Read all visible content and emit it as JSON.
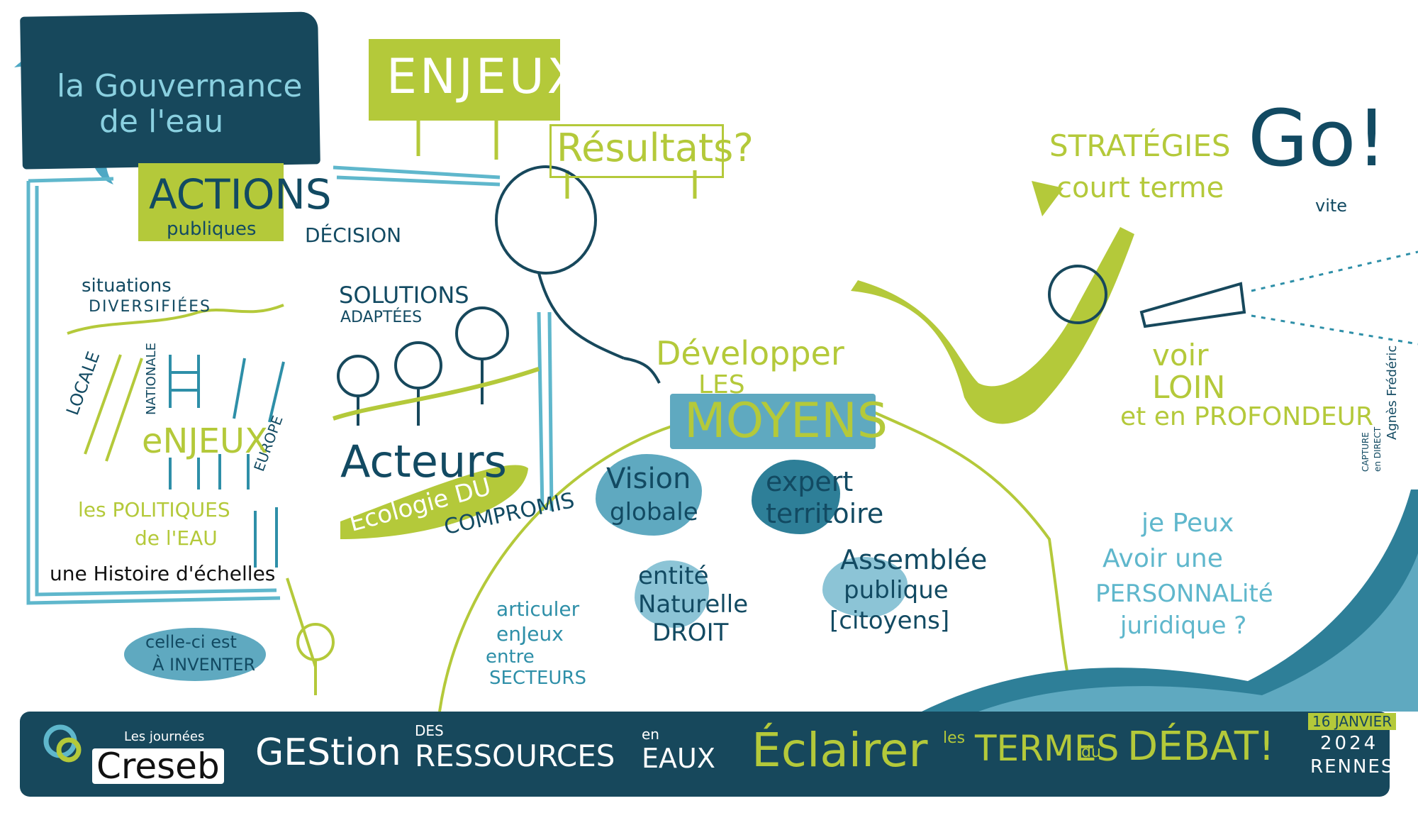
{
  "title": {
    "line1": "la Gouvernance",
    "line2": "de l'eau"
  },
  "labels": {
    "enjeux_sign": "ENJEUX",
    "resultats": "Résultats?",
    "actions": "ACTIONS",
    "publiques": "publiques",
    "decision": "DÉCISION",
    "situations": "situations",
    "diversifiees": "DIVERSIFIÉES",
    "solutions": "SOLUTIONS",
    "adaptees": "ADAPTÉES",
    "locale": "LOCALE",
    "nationale": "NATIONALE",
    "europe": "EUROPE",
    "enjeux_small": "eNJEUX",
    "politiques1": "les POLITIQUES",
    "politiques2": "de l'EAU",
    "histoire": "une Histoire d'échelles",
    "celle_ci": "celle-ci est",
    "a_inventer": "À INVENTER",
    "acteurs": "Acteurs",
    "ecologie": "Écologie DU",
    "compromis": "COMPROMIS",
    "developper": "Développer",
    "les": "LES",
    "moyens": "MOYENS",
    "vision1": "Vision",
    "vision2": "globale",
    "expert1": "expert",
    "expert2": "territoire",
    "entite1": "entité",
    "entite2": "Naturelle",
    "entite3": "DROIT",
    "assemblee1": "Assemblée",
    "assemblee2": "publique",
    "assemblee3": "[citoyens]",
    "articuler1": "articuler",
    "articuler2": "enJeux",
    "articuler3": "entre",
    "articuler4": "SECTEURS",
    "strategies": "STRATÉGIES",
    "court_terme": "court terme",
    "go": "Go!",
    "vite": "vite",
    "voir": "voir",
    "loin": "LOIN",
    "profondeur": "et en PROFONDEUR",
    "personnalite1": "je Peux",
    "personnalite2": "Avoir une",
    "personnalite3": "PERSONNALité",
    "personnalite4": "juridique ?",
    "capture1": "CAPTURE",
    "capture2": "en DIRECT",
    "capture3": "Agnès Frédéric"
  },
  "footer": {
    "les_journees": "Les journées",
    "creseb": "Creseb",
    "gestion": "GEStion",
    "des": "DES",
    "ressources": "RESSOURCES",
    "en": "en",
    "eaux": "EAUX",
    "eclairer": "Éclairer",
    "les": "les",
    "termes": "TERMES",
    "du": "du",
    "debat": "DÉBAT!",
    "date1": "16 JANVIER",
    "date2": "2024",
    "city": "RENNES"
  },
  "colors": {
    "lime": "#b4c93a",
    "navy": "#17485c",
    "teal": "#2e8fa8",
    "light_blue": "#5fa9c0"
  }
}
